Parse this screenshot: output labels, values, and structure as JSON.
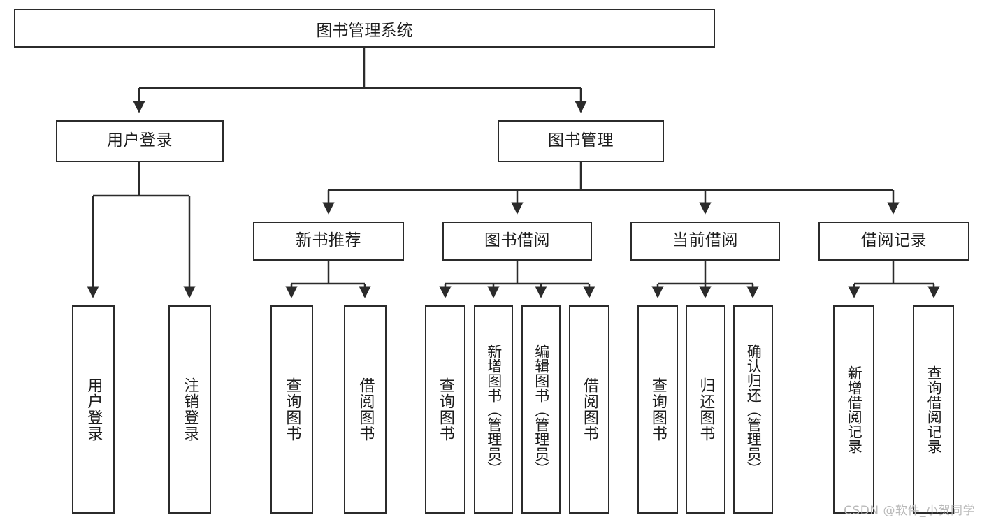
{
  "diagram": {
    "title": "图书管理系统",
    "type": "hierarchy-tree",
    "watermark": "CSDN @软件_小贺同学",
    "colors": {
      "stroke": "#2b2b2b",
      "fill": "#ffffff",
      "text": "#1d1d1d",
      "watermark": "#b9b9b9"
    },
    "nodes": {
      "root": {
        "label": "图书管理系统"
      },
      "level2": [
        {
          "id": "user-login",
          "label": "用户登录"
        },
        {
          "id": "book-management",
          "label": "图书管理"
        }
      ],
      "level3": [
        {
          "id": "new-book-recommend",
          "label": "新书推荐"
        },
        {
          "id": "book-borrow",
          "label": "图书借阅"
        },
        {
          "id": "current-borrow",
          "label": "当前借阅"
        },
        {
          "id": "borrow-record",
          "label": "借阅记录"
        }
      ],
      "leaves": {
        "user_login": [
          {
            "id": "leaf-user-login",
            "label": "用户登录"
          },
          {
            "id": "leaf-logout",
            "label": "注销登录"
          }
        ],
        "new_book_recommend": [
          {
            "id": "leaf-query-book-1",
            "label": "查询图书"
          },
          {
            "id": "leaf-borrow-book-1",
            "label": "借阅图书"
          }
        ],
        "book_borrow": [
          {
            "id": "leaf-query-book-2",
            "label": "查询图书"
          },
          {
            "id": "leaf-add-book",
            "label": "新增图书（管理员）"
          },
          {
            "id": "leaf-edit-book",
            "label": "编辑图书（管理员）"
          },
          {
            "id": "leaf-borrow-book-2",
            "label": "借阅图书"
          }
        ],
        "current_borrow": [
          {
            "id": "leaf-query-book-3",
            "label": "查询图书"
          },
          {
            "id": "leaf-return-book",
            "label": "归还图书"
          },
          {
            "id": "leaf-confirm-return",
            "label": "确认归还（管理员）"
          }
        ],
        "borrow_record": [
          {
            "id": "leaf-add-record",
            "label": "新增借阅记录"
          },
          {
            "id": "leaf-query-record",
            "label": "查询借阅记录"
          }
        ]
      }
    }
  }
}
